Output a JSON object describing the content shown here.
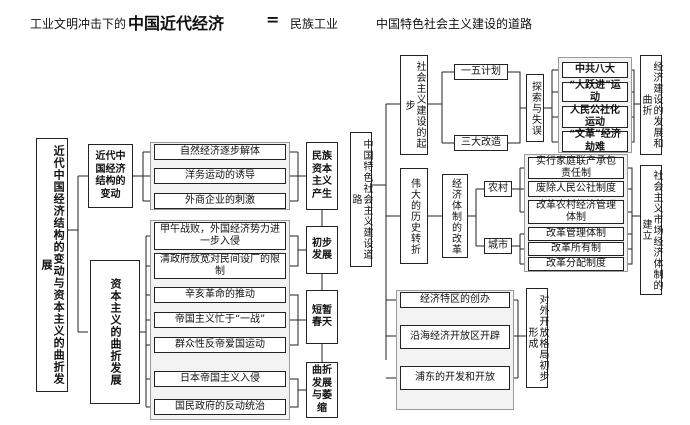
{
  "header": {
    "prefix": "工业文明冲击下的",
    "main_title": "中国近代经济",
    "equals": "=",
    "part_a": "民族工业",
    "part_b": "中国特色社会主义建设的道路"
  },
  "left": {
    "root": "近代中国经济结构的变动与资本主义的曲折发展",
    "branch1": "近代中国经济结构的变动",
    "branch1_items": [
      "自然经济逐步解体",
      "洋务运动的诱导",
      "外商企业的刺激"
    ],
    "branch2": "资本主义的曲折发展",
    "branch2_items": [
      "甲午战败，外国经济势力进一步入侵",
      "清政府放宽对民间设厂的限制",
      "辛亥革命的推动",
      "帝国主义忙于“一战”",
      "群众性反帝爱国运动",
      "日本帝国主义入侵",
      "国民政府的反动统治"
    ],
    "stages": [
      "民族资本主义产生",
      "初步发展",
      "短暂春天",
      "曲折发展与萎缩"
    ]
  },
  "right": {
    "root": "中国特色社会主义建设道路",
    "start": "社会主义建设的起步",
    "plan1": "一五计划",
    "plan3": "三大改造",
    "explore": "探索与失误",
    "events": [
      "中共八大",
      "“大跃进”运动",
      "人民公社化运动",
      "“文革”经济劫难"
    ],
    "start_result": "经济建设的发展和曲折",
    "turn": "伟大的历史转折",
    "reform": "经济体制的改革",
    "rural": "农村",
    "city": "城市",
    "rural_items": [
      "实行家庭联产承包责任制",
      "废除人民公社制度",
      "改革农村经济管理体制"
    ],
    "city_items": [
      "改革管理体制",
      "改革所有制",
      "改革分配制度"
    ],
    "market": "社会主义市场经济体制的建立",
    "open_items": [
      "经济特区的创办",
      "沿海经济开放区开辟",
      "浦东的开发和开放"
    ],
    "open": "对外开放格局初步形成"
  }
}
